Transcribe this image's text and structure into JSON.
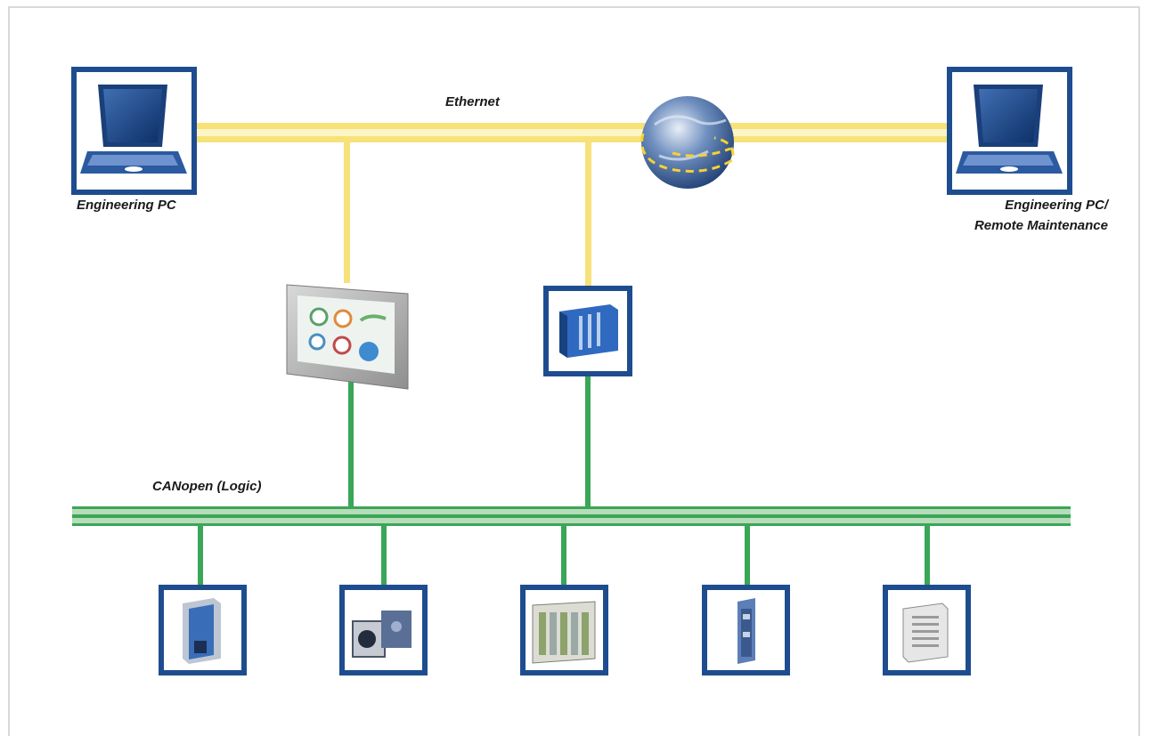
{
  "labels": {
    "ethernet": "Ethernet",
    "engineering_pc": "Engineering PC",
    "remote_pc_line1": "Engineering PC/",
    "remote_pc_line2": "Remote Maintenance",
    "canopen": "CANopen (Logic)"
  },
  "colors": {
    "ethernet": "#f7e27a",
    "ethernet_core": "#fdf6c4",
    "canopen": "#3aa657",
    "canopen_bus_fill": "#b7dcb9",
    "device_frame": "#1e4d8f"
  },
  "devices": {
    "left_pc": "laptop-icon",
    "right_pc": "laptop-icon",
    "globe": "globe-icon",
    "hmi": "hmi-panel-icon",
    "controller": "plc-controller-icon",
    "field_devices": [
      "servo-drive-icon",
      "motor-gearbox-icon",
      "io-module-icon",
      "slim-drive-icon",
      "frequency-inverter-icon"
    ]
  }
}
